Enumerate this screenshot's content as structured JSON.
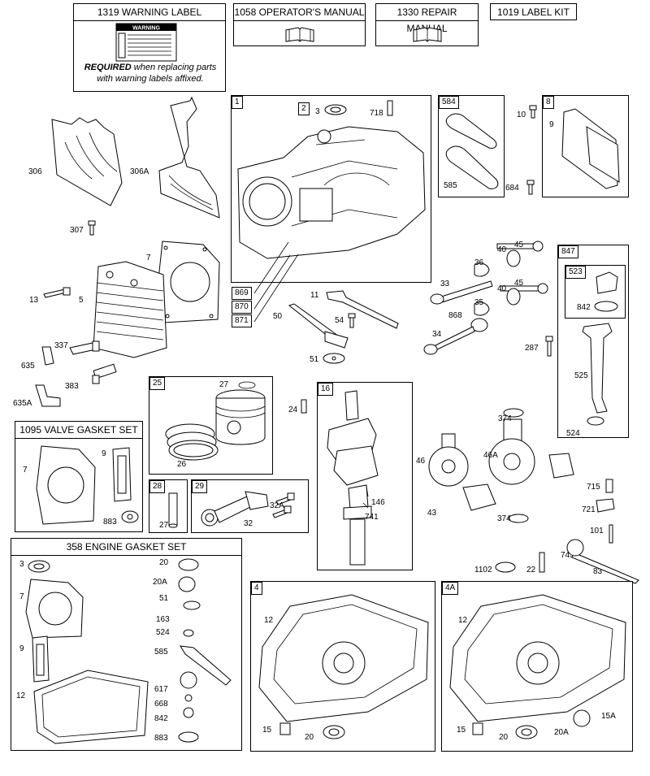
{
  "header_boxes": {
    "warning_label": "1319 WARNING LABEL",
    "warning_sticker_title": "WARNING",
    "warning_note_bold": "REQUIRED",
    "warning_note_rest": " when replacing parts with warning labels affixed.",
    "operators_manual": "1058 OPERATOR'S MANUAL",
    "repair_manual": "1330 REPAIR MANUAL",
    "label_kit": "1019 LABEL KIT"
  },
  "kits": {
    "valve_gasket_set": "1095 VALVE GASKET SET",
    "engine_gasket_set": "358 ENGINE GASKET SET"
  },
  "group_tags": {
    "g1": "1",
    "g2": "2",
    "g584": "584",
    "g8": "8",
    "g847": "847",
    "g523": "523",
    "g25": "25",
    "g16": "16",
    "g28": "28",
    "g29": "29",
    "g4": "4",
    "g4a": "4A"
  },
  "callouts": {
    "c306": "306",
    "c306a": "306A",
    "c307": "307",
    "c7": "7",
    "c13": "13",
    "c5": "5",
    "c337": "337",
    "c635": "635",
    "c383": "383",
    "c635a": "635A",
    "c3": "3",
    "c718": "718",
    "c869": "869",
    "c870": "870",
    "c871": "871",
    "c11": "11",
    "c50": "50",
    "c54": "54",
    "c51": "51",
    "c585": "585",
    "c10": "10",
    "c9": "9",
    "c684": "684",
    "c45a": "45",
    "c40a": "40",
    "c36": "36",
    "c33": "33",
    "c40b": "40",
    "c45b": "45",
    "c868": "868",
    "c35": "35",
    "c34": "34",
    "c287": "287",
    "c842": "842",
    "c525": "525",
    "c524": "524",
    "c27a": "27",
    "c26": "26",
    "c24": "24",
    "c27b": "27",
    "c32a": "32A",
    "c32": "32",
    "c146": "146",
    "c741": "741",
    "c374a": "374",
    "c46": "46",
    "c46a": "46A",
    "c43": "43",
    "c374b": "374",
    "c715": "715",
    "c721": "721",
    "c101": "101",
    "c743": "743",
    "c83": "83",
    "c1102": "1102",
    "c22": "22",
    "v7": "7",
    "v9": "9",
    "v883": "883",
    "e3": "3",
    "e7": "7",
    "e9": "9",
    "e12": "12",
    "e20": "20",
    "e20a": "20A",
    "e51": "51",
    "e163": "163",
    "e524": "524",
    "e585": "585",
    "e617": "617",
    "e668": "668",
    "e842": "842",
    "e883": "883",
    "s12": "12",
    "s15": "15",
    "s20": "20",
    "t12": "12",
    "t15": "15",
    "t20": "20",
    "t20a": "20A",
    "t15a": "15A"
  }
}
